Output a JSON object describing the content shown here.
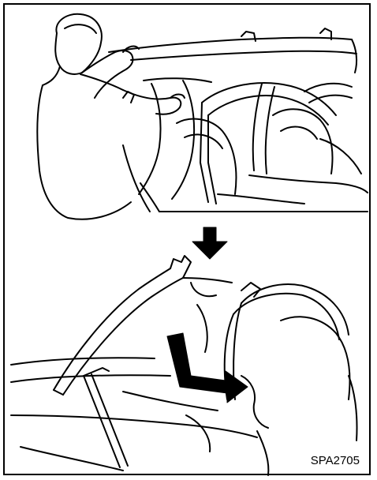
{
  "figure": {
    "reference_code": "SPA2705",
    "panels": [
      {
        "id": "top",
        "subject": "person-lifting-convertible-top-cover"
      },
      {
        "id": "bottom",
        "subject": "cover-tucked-behind-seat"
      }
    ],
    "step_arrow_icon": "down-arrow-icon",
    "direction_arrow_icon": "bent-arrow-icon",
    "line_color": "#000000",
    "background_color": "#ffffff"
  }
}
